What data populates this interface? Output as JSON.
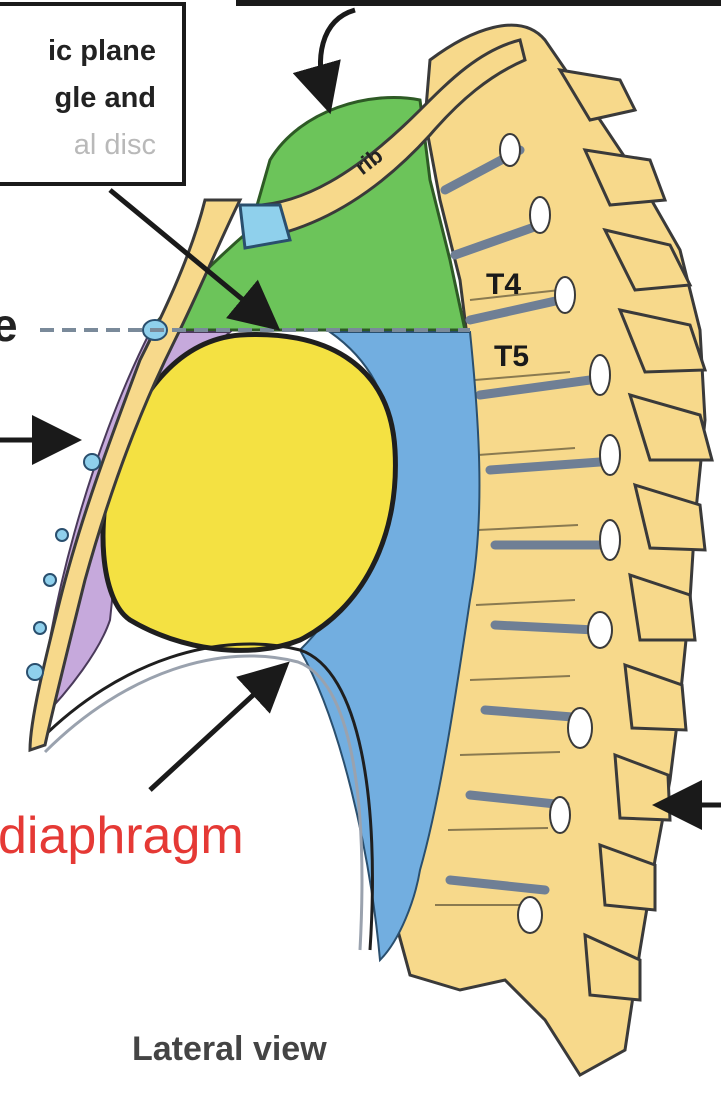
{
  "callout": {
    "line1": "ic plane",
    "line2": "gle and",
    "line3": "al disc"
  },
  "labels": {
    "rib": "rib",
    "t4": "T4",
    "t5": "T5",
    "diaphragm": "diaphragm",
    "lateral_view": "Lateral view",
    "edge_fragment": "e"
  },
  "colors": {
    "superior_mediastinum": "#6cc45a",
    "heart": "#f4e142",
    "posterior_mediastinum": "#72aee0",
    "anterior_mediastinum": "#c6a9dc",
    "bone": "#f7d98b",
    "cartilage": "#8fd0ec",
    "diaphragm_label": "#e53935"
  }
}
